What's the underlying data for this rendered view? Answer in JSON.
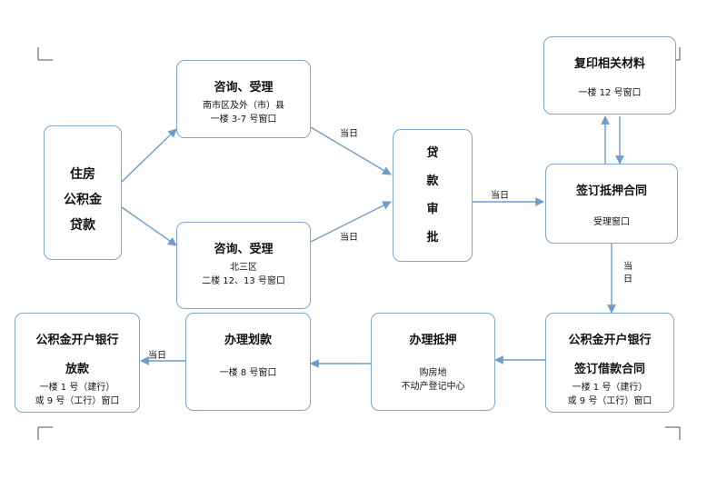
{
  "nodes": {
    "housing": {
      "lines": [
        "住房",
        "公积金",
        "贷款"
      ]
    },
    "consult_a": {
      "title": "咨询、受理",
      "sub": [
        "南市区及外（市）县",
        "一楼 3-7 号窗口"
      ]
    },
    "consult_b": {
      "title": "咨询、受理",
      "sub": [
        "北三区",
        "二楼 12、13 号窗口"
      ]
    },
    "approval": {
      "lines": [
        "贷",
        "款",
        "审",
        "批"
      ]
    },
    "copy": {
      "title": "复印相关材料",
      "sub": [
        "一楼 12 号窗口"
      ]
    },
    "mortgage_contract": {
      "title": "签订抵押合同",
      "sub": [
        "受理窗口"
      ]
    },
    "loan_contract": {
      "title1": "公积金开户银行",
      "title2": "签订借款合同",
      "sub": [
        "一楼 1 号（建行）",
        "或 9 号（工行）窗口"
      ]
    },
    "mortgage": {
      "title": "办理抵押",
      "sub": [
        "购房地",
        "不动产登记中心"
      ]
    },
    "transfer": {
      "title": "办理划款",
      "sub": [
        "一楼 8 号窗口"
      ]
    },
    "release": {
      "title1": "公积金开户银行",
      "title2": "放款",
      "sub": [
        "一楼 1 号（建行）",
        "或 9 号（工行）窗口"
      ]
    }
  },
  "edge_labels": {
    "to_approval_top": "当日",
    "to_approval_bottom": "当日",
    "to_contract": "当日",
    "down_vertical": [
      "当",
      "日"
    ],
    "to_release": "当日"
  }
}
